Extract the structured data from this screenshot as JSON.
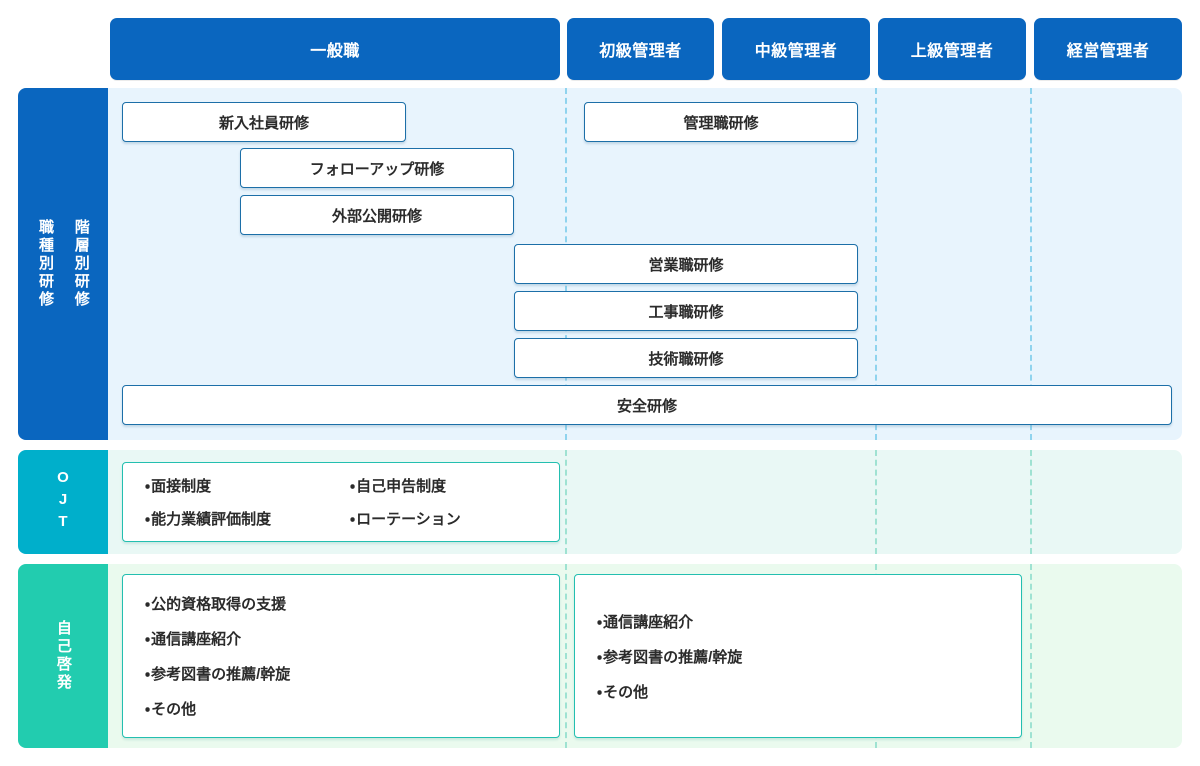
{
  "columns": [
    {
      "id": "general",
      "label": "一般職"
    },
    {
      "id": "junior-manager",
      "label": "初級管理者"
    },
    {
      "id": "middle-manager",
      "label": "中級管理者"
    },
    {
      "id": "senior-manager",
      "label": "上級管理者"
    },
    {
      "id": "executive-manager",
      "label": "経営管理者"
    }
  ],
  "rows": {
    "tier": {
      "side_label_right": "階層別研修",
      "side_label_left": "職種別研修",
      "accent": "#0A66BF",
      "background": "#E8F4FD",
      "boxes": [
        {
          "name": "new-employee-training",
          "label": "新入社員研修"
        },
        {
          "name": "follow-up-training",
          "label": "フォローアップ研修"
        },
        {
          "name": "external-open-training",
          "label": "外部公開研修"
        },
        {
          "name": "management-training",
          "label": "管理職研修"
        },
        {
          "name": "sales-job-training",
          "label": "営業職研修"
        },
        {
          "name": "construction-job-training",
          "label": "工事職研修"
        },
        {
          "name": "technical-job-training",
          "label": "技術職研修"
        },
        {
          "name": "safety-training",
          "label": "安全研修"
        }
      ]
    },
    "ojt": {
      "side_label": "OJT",
      "accent": "#00AFCB",
      "background": "#E9F8F5",
      "items_col1": [
        "面接制度",
        "能力業績評価制度"
      ],
      "items_col2": [
        "自己申告制度",
        "ローテーション"
      ]
    },
    "self_development": {
      "side_label": "自己啓発",
      "accent": "#22CCAF",
      "background": "#EAFAEE",
      "items_general": [
        "公的資格取得の支援",
        "通信講座紹介",
        "参考図書の推薦/幹旋",
        "その他"
      ],
      "items_manager": [
        "通信講座紹介",
        "参考図書の推薦/幹旋",
        "その他"
      ]
    }
  }
}
